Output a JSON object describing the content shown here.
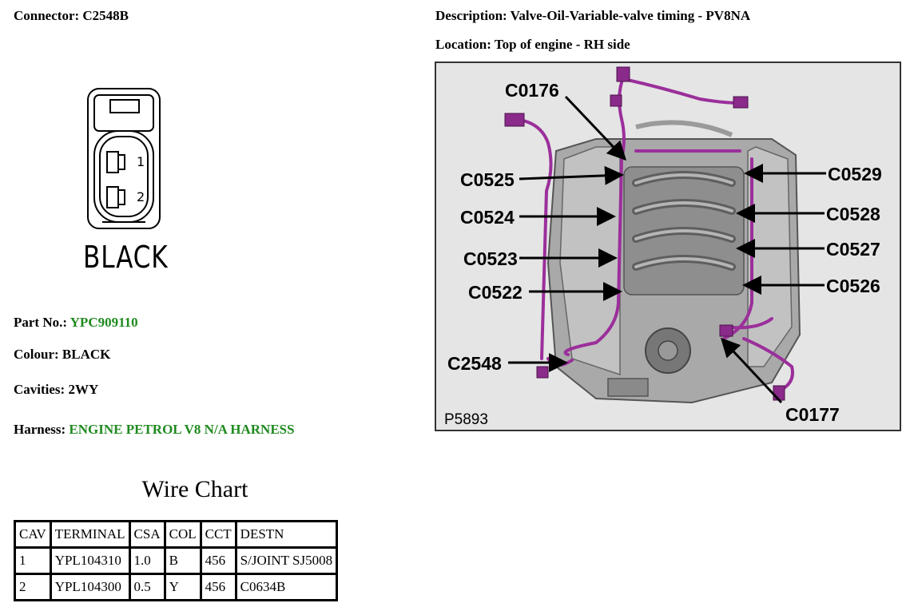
{
  "connector": {
    "label": "Connector:",
    "value": "C2548B"
  },
  "description": {
    "label": "Description:",
    "value": "Valve-Oil-Variable-valve timing - PV8NA"
  },
  "location": {
    "label": "Location:",
    "value": "Top of engine - RH side"
  },
  "connector_colour_text": "BLACK",
  "pin_labels": [
    "1",
    "2"
  ],
  "part_no": {
    "label": "Part No.:",
    "value": "YPC909110"
  },
  "colour": {
    "label": "Colour:",
    "value": "BLACK"
  },
  "cavities": {
    "label": "Cavities:",
    "value": "2WY"
  },
  "harness": {
    "label": "Harness:",
    "value": "ENGINE PETROL V8 N/A HARNESS"
  },
  "wire_chart": {
    "title": "Wire Chart",
    "headers": [
      "CAV",
      "TERMINAL",
      "CSA",
      "COL",
      "CCT",
      "DESTN"
    ],
    "rows": [
      [
        "1",
        "YPL104310",
        "1.0",
        "B",
        "456",
        "S/JOINT SJ5008"
      ],
      [
        "2",
        "YPL104300",
        "0.5",
        "Y",
        "456",
        "C0634B"
      ]
    ]
  },
  "figure": {
    "code": "P5893",
    "callouts": [
      "C0176",
      "C0525",
      "C0524",
      "C0523",
      "C0522",
      "C2548",
      "C0529",
      "C0528",
      "C0527",
      "C0526",
      "C0177"
    ]
  },
  "colors": {
    "accent_green": "#1f8a1f",
    "harness_purple": "#9b2f9b",
    "figure_bg": "#e5e5e5"
  }
}
